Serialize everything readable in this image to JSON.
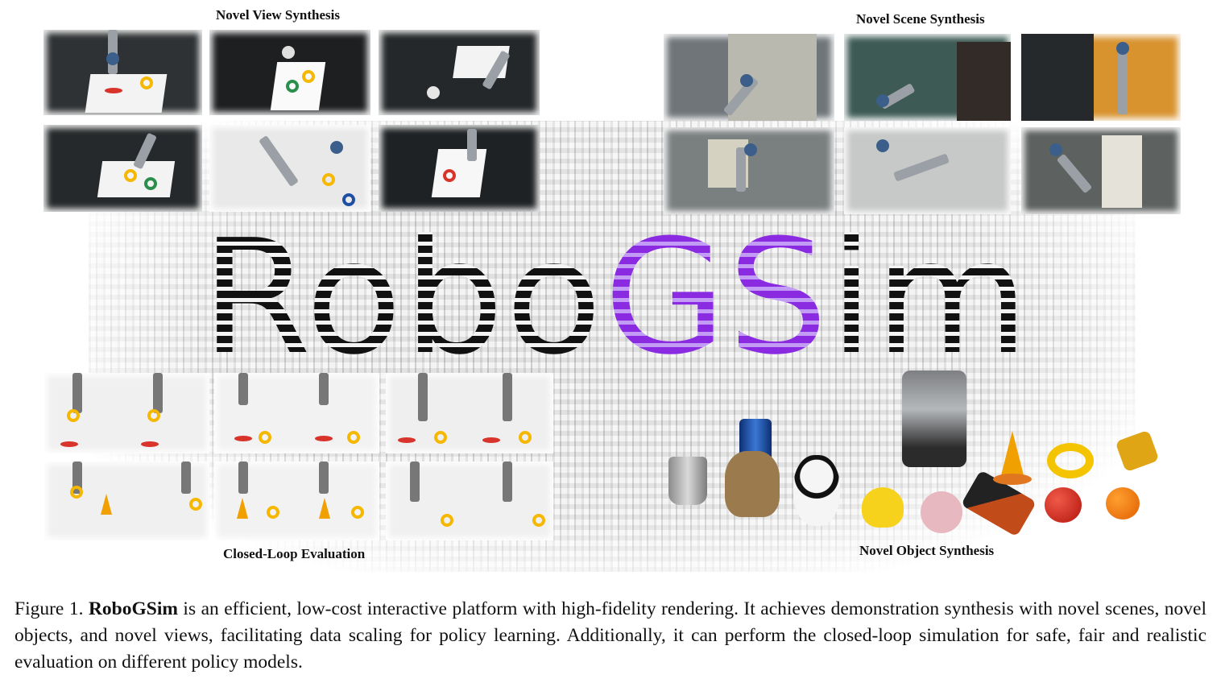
{
  "sections": {
    "novel_view": "Novel View Synthesis",
    "novel_scene": "Novel Scene Synthesis",
    "closed_loop": "Closed-Loop Evaluation",
    "novel_object": "Novel Object Synthesis"
  },
  "logo": {
    "part1": "Robo",
    "part2": "GS",
    "part3": "im"
  },
  "caption": {
    "label": "Figure 1.",
    "name": "RoboGSim",
    "text": "is an efficient, low-cost interactive platform with high-fidelity rendering. It achieves demonstration synthesis with novel scenes, novel objects, and novel views, facilitating data scaling for policy learning. Additionally, it can perform the closed-loop simulation for safe, fair and realistic evaluation on different policy models."
  },
  "colors": {
    "logo_black": "#111111",
    "logo_purple": "#8a2be2"
  }
}
